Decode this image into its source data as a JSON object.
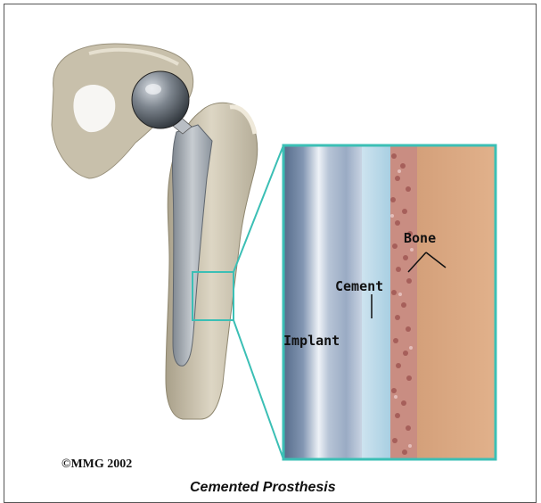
{
  "labels": {
    "bone": "Bone",
    "cement": "Cement",
    "implant": "Implant"
  },
  "copyright": "©MMG 2002",
  "caption": "Cemented Prosthesis",
  "colors": {
    "callout": "#3bbfb5",
    "bone": "#d9a57e",
    "implant": "#7a8ea8",
    "femur": "#c9c1ad"
  }
}
